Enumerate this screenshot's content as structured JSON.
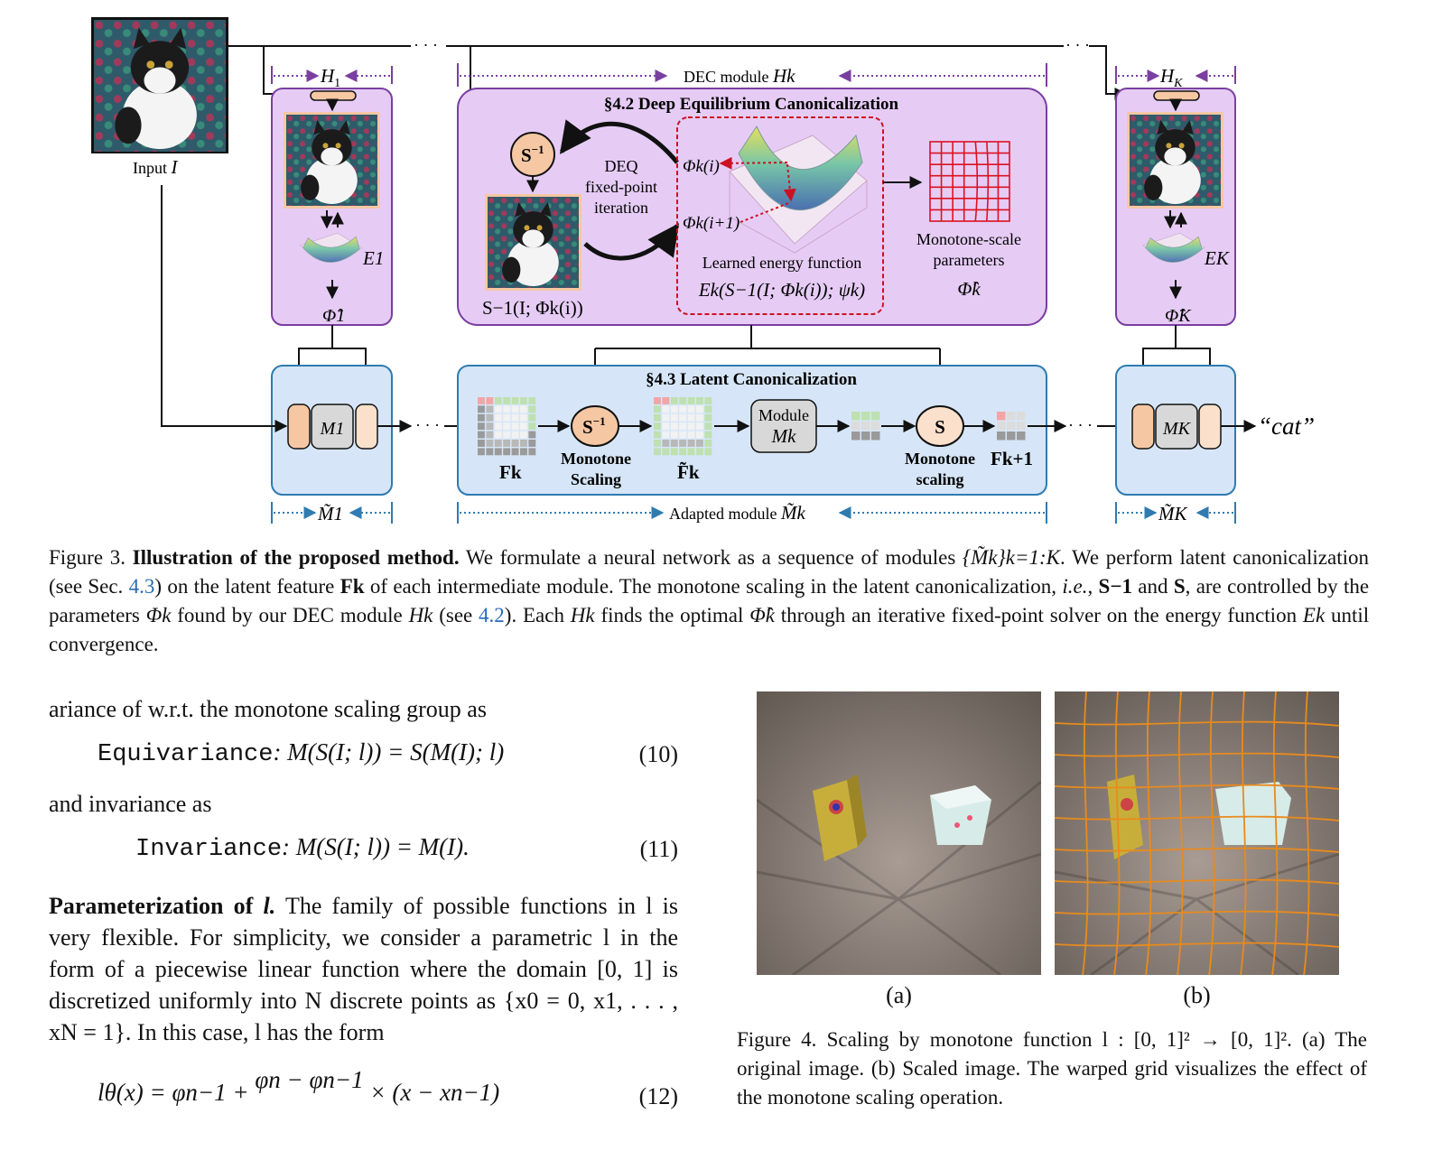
{
  "figure3": {
    "input_label": "Input",
    "input_symbol": "I",
    "h1_label": "H",
    "h1_sub": "1",
    "hk_label": "H",
    "hk_sub": "K",
    "dec_module_label": "DEC module",
    "dec_module_symbol": "Hk",
    "deq_title": "§4.2  Deep Equilibrium Canonicalization",
    "deq_iter_label": [
      "DEQ",
      "fixed-point",
      "iteration"
    ],
    "s_inv_label": "S",
    "s_inv_sup": "−1",
    "s_inv_image_label": "S−1(I; Φk(i))",
    "phi_i_label": "Φk(i)",
    "phi_i1_label": "Φk(i+1)",
    "energy_label": "Learned energy function",
    "energy_formula": "Ek(S−1(I; Φk(i)); ψk)",
    "monotone_params_label": [
      "Monotone-scale",
      "parameters"
    ],
    "phi_hat_label": "Φ̂k",
    "e1_label": "E1",
    "ek_label": "EK",
    "phi1_label": "Φ̂1",
    "phik_label": "Φ̂K",
    "latent_title": "§4.3  Latent Canonicalization",
    "m1_label": "M1",
    "mk_label": "MK",
    "module_label": "Module",
    "module_symbol": "Mk",
    "fk_label": "Fk",
    "fk_tilde_label": "F̃k",
    "fk1_label": "Fk+1",
    "s_label": "S",
    "monotone_scaling_1": [
      "Monotone",
      "Scaling"
    ],
    "monotone_scaling_2": [
      "Monotone",
      "scaling"
    ],
    "output_label": "“cat”",
    "adapted_label": "Adapted module",
    "adapted_symbol": "M̃k",
    "m1_tilde_label": "M̃1",
    "mk_tilde_label": "M̃K",
    "ellipsis": "· · ·",
    "colors": {
      "purple_fill": "#e6ccf5",
      "purple_stroke": "#7a3fa0",
      "blue_fill": "#d6e6f8",
      "blue_stroke": "#2f7bb0",
      "peach": "#f6c7a3",
      "red_dash": "#cc1122",
      "grid_red": "#dd1122"
    }
  },
  "fig3_caption": {
    "label": "Figure 3.",
    "title": "Illustration of the proposed method.",
    "part1": "We formulate a neural network as a sequence of modules",
    "modules_set": "{M̃k}k=1:K",
    "part2": ". We perform latent canonicalization (see Sec.",
    "ref1": "4.3",
    "part3": ") on the latent feature",
    "fk": "Fk",
    "part4": "of each intermediate module. The monotone scaling in the latent canonicalization,",
    "ie": "i.e.",
    "part5": ",",
    "s_inv": "S−1",
    "part6": "and",
    "s": "S",
    "part7": ", are controlled by the parameters",
    "phik": "Φk",
    "part8": "found by our DEC module",
    "hk": "Hk",
    "part9": "(see",
    "ref2": "4.2",
    "part10": "). Each",
    "hk2": "Hk",
    "part11": "finds the optimal",
    "phihat": "Φ̂k",
    "part12": "through an iterative fixed-point solver on the energy function",
    "ek": "Ek",
    "part13": "until convergence."
  },
  "left_column": {
    "p1": "ariance of w.r.t. the monotone scaling group as",
    "eq10_name": "Equivariance",
    "eq10_body": ": M(S(I; l)) = S(M(I); l)",
    "eq10_num": "(10)",
    "p2": "and invariance as",
    "eq11_name": "Invariance",
    "eq11_body": ": M(S(I; l)) = M(I).",
    "eq11_num": "(11)",
    "p3_bold": "Parameterization of",
    "p3_var": "l.",
    "p3_rest": "The family of possible functions in",
    "p3_line2": "l is very flexible. For simplicity, we consider a parametric l in the form of a piecewise linear function where the domain [0, 1] is discretized uniformly into N discrete points as {x0 = 0, x1, . . . , xN = 1}. In this case, l has the form",
    "eq12_body": "lθ(x) = φn−1 + ",
    "eq12_frac_num": "φn − φn−1",
    "eq12_tail": "× (x − xn−1)",
    "eq12_num": "(12)"
  },
  "figure4": {
    "sub_a": "(a)",
    "sub_b": "(b)",
    "caption_label": "Figure 4.",
    "caption_text": "Scaling by monotone function l : [0, 1]² → [0, 1]². (a) The original image. (b) Scaled image. The warped grid visualizes the effect of the monotone scaling operation.",
    "grid_color": "#e98a1c"
  }
}
